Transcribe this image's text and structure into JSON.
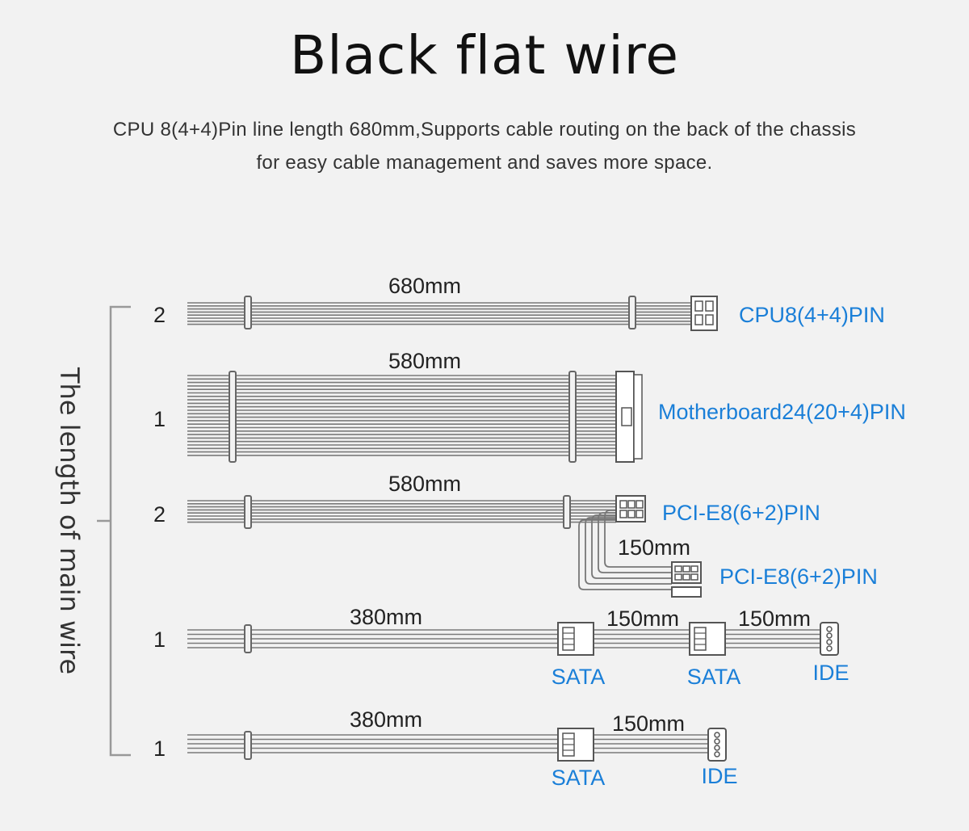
{
  "title": "Black flat wire",
  "subtitle_line1": "CPU 8(4+4)Pin line length 680mm,Supports cable routing on the back of the chassis",
  "subtitle_line2": "for easy cable management and saves more space.",
  "side_label": "The length of main wire",
  "colors": {
    "accent": "#1a7fd8",
    "wire": "#7a7a7a",
    "text": "#222222",
    "background": "#f2f2f2"
  },
  "cables": [
    {
      "quantity": "2",
      "length": "680mm",
      "connector": "CPU8(4+4)PIN"
    },
    {
      "quantity": "1",
      "length": "580mm",
      "connector": "Motherboard24(20+4)PIN"
    },
    {
      "quantity": "2",
      "length": "580mm",
      "connector": "PCI-E8(6+2)PIN",
      "branch_length": "150mm",
      "branch_connector": "PCI-E8(6+2)PIN"
    },
    {
      "quantity": "1",
      "length": "380mm",
      "connector1": "SATA",
      "segment2_length": "150mm",
      "connector2": "SATA",
      "segment3_length": "150mm",
      "connector3": "IDE"
    },
    {
      "quantity": "1",
      "length": "380mm",
      "connector1": "SATA",
      "segment2_length": "150mm",
      "connector2": "IDE"
    }
  ]
}
